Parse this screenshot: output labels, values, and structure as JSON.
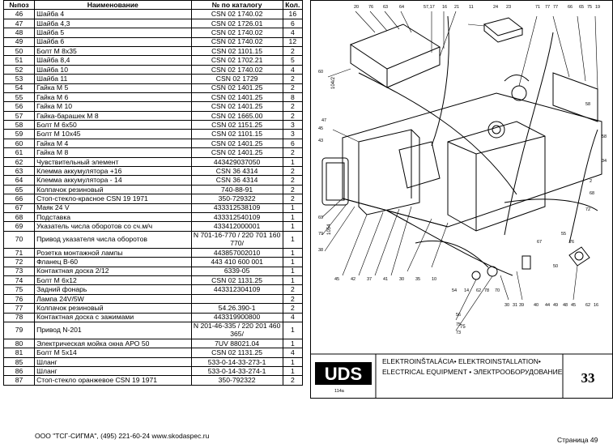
{
  "table": {
    "headers": [
      "№поз",
      "Наименование",
      "№ по каталогу",
      "Кол."
    ],
    "rows": [
      {
        "num": "46",
        "name": "Шайба 4",
        "cat": "CSN 02 1740.02",
        "qty": "16"
      },
      {
        "num": "47",
        "name": "Шайба 4,3",
        "cat": "CSN 02 1726.01",
        "qty": "6"
      },
      {
        "num": "48",
        "name": "Шайба 5",
        "cat": "CSN 02 1740.02",
        "qty": "4"
      },
      {
        "num": "49",
        "name": "Шайба 6",
        "cat": "CSN 02 1740.02",
        "qty": "12"
      },
      {
        "num": "50",
        "name": "Болт М 8х35",
        "cat": "CSN 02 1101.15",
        "qty": "2"
      },
      {
        "num": "51",
        "name": "Шайба 8,4",
        "cat": "CSN 02 1702.21",
        "qty": "5"
      },
      {
        "num": "52",
        "name": "Шайба 10",
        "cat": "CSN 02 1740.02",
        "qty": "4"
      },
      {
        "num": "53",
        "name": "Шайба 11",
        "cat": "CSN 02 1729",
        "qty": "2"
      },
      {
        "num": "54",
        "name": "Гайка М 5",
        "cat": "CSN 02 1401.25",
        "qty": "2"
      },
      {
        "num": "55",
        "name": "Гайка М 6",
        "cat": "CSN 02 1401.25",
        "qty": "8"
      },
      {
        "num": "56",
        "name": "Гайка М 10",
        "cat": "CSN 02 1401.25",
        "qty": "2"
      },
      {
        "num": "57",
        "name": "Гайка-барашек М 8",
        "cat": "CSN 02 1665.00",
        "qty": "2"
      },
      {
        "num": "58",
        "name": "Болт М 6х50",
        "cat": "CSN 02 1151.25",
        "qty": "3"
      },
      {
        "num": "59",
        "name": "Болт М 10х45",
        "cat": "CSN 02 1101.15",
        "qty": "3"
      },
      {
        "num": "60",
        "name": "Гайка М 4",
        "cat": "CSN 02 1401.25",
        "qty": "6"
      },
      {
        "num": "61",
        "name": "Гайка М 8",
        "cat": "CSN 02 1401.25",
        "qty": "2"
      },
      {
        "num": "62",
        "name": "Чувствительный элемент",
        "cat": "443429037050",
        "qty": "1"
      },
      {
        "num": "63",
        "name": "Клемма аккумулятора +16",
        "cat": "CSN 36 4314",
        "qty": "2"
      },
      {
        "num": "64",
        "name": "Клемма аккумулятора - 14",
        "cat": "CSN 36 4314",
        "qty": "2"
      },
      {
        "num": "65",
        "name": "Колпачок резиновый",
        "cat": "740-88-91",
        "qty": "2"
      },
      {
        "num": "66",
        "name": "Стоп-стекло-красное CSN 19 1971",
        "cat": "350-729322",
        "qty": "2"
      },
      {
        "num": "67",
        "name": "Маяк  24 V",
        "cat": "433312538109",
        "qty": "1"
      },
      {
        "num": "68",
        "name": "Подставка",
        "cat": "433312540109",
        "qty": "1"
      },
      {
        "num": "69",
        "name": "Указатель числа оборотов со сч.м/ч",
        "cat": "433412000001",
        "qty": "1"
      },
      {
        "num": "70",
        "name": "Привод указателя числа оборотов",
        "cat": "N 701-16-770 / 220 701 160 770/",
        "qty": "1",
        "tall": true
      },
      {
        "num": "71",
        "name": "Розетка монтажной лампы",
        "cat": "443857002010",
        "qty": "1"
      },
      {
        "num": "72",
        "name": "Фланец В-60",
        "cat": "443  410  600  001",
        "qty": "1"
      },
      {
        "num": "73",
        "name": "Контактная доска 2/12",
        "cat": "6339-05",
        "qty": "1"
      },
      {
        "num": "74",
        "name": "Болт М 6х12",
        "cat": "CSN 02 1131.25",
        "qty": "1"
      },
      {
        "num": "75",
        "name": "Задний фонарь",
        "cat": "443312304109",
        "qty": "2"
      },
      {
        "num": "76",
        "name": "Лампа 24V/5W",
        "cat": "",
        "qty": "2"
      },
      {
        "num": "77",
        "name": "Колпачок резиновый",
        "cat": "54.26.390-1",
        "qty": "2"
      },
      {
        "num": "78",
        "name": "Контактная доска с зажимами",
        "cat": "443319900800",
        "qty": "4"
      },
      {
        "num": "79",
        "name": "Привод N-201",
        "cat": "N  201-46-335 / 220 201 460 365/",
        "qty": "1",
        "tall": true
      },
      {
        "num": "80",
        "name": "Электрическая мойка окна АРО 50",
        "cat": "7UV  88021.04",
        "qty": "1"
      },
      {
        "num": "81",
        "name": "Болт М 5х14",
        "cat": "CSN 02 1131.25",
        "qty": "4"
      },
      {
        "num": "85",
        "name": "Шланг",
        "cat": "533-0-14-33-273-1",
        "qty": "1"
      },
      {
        "num": "86",
        "name": "Шланг",
        "cat": "533-0-14-33-274-1",
        "qty": "1"
      },
      {
        "num": "87",
        "name": "Стоп-стекло оранжевое CSN 19 1971",
        "cat": "350-792322",
        "qty": "2"
      }
    ]
  },
  "diagram": {
    "logo": "UDS",
    "logo_sub": "114a",
    "title_line1": "ELEKTROINŠTALÁCIA• ELEKTROINSTALLATION•",
    "title_line2": "ELECTRICAL EQUIPMENT • ЭЛЕКТРООБОРУДОВАНИЕ",
    "page_number": "33",
    "callouts": [
      "20",
      "76",
      "63",
      "64",
      "57,17",
      "16",
      "21",
      "11",
      "24",
      "23",
      "71",
      "77",
      "77",
      "66",
      "65",
      "75",
      "19",
      "60",
      "47",
      "45",
      "43",
      "69",
      "79",
      "38",
      "45",
      "42",
      "37",
      "41",
      "30",
      "35",
      "10",
      "30",
      "31",
      "39",
      "40",
      "44",
      "49",
      "48",
      "45",
      "62",
      "16",
      "56",
      "75",
      "73",
      "54",
      "14",
      "62",
      "78",
      "70",
      "72",
      "68",
      "2",
      "67",
      "50",
      "76",
      "55",
      "34",
      "58",
      "58"
    ]
  },
  "footer": {
    "company": "ООО \"ТСГ-СИГМА\", (495) 221-60-24 www.skodaspec.ru",
    "page": "Страница 49"
  }
}
